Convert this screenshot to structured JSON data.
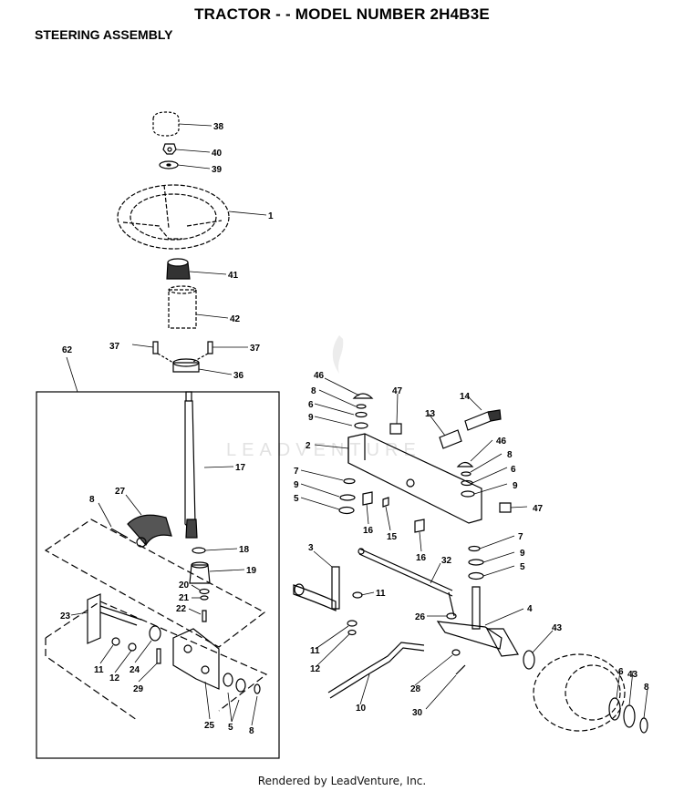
{
  "header": {
    "title": "TRACTOR - - MODEL NUMBER 2H4B3E",
    "subtitle": "STEERING ASSEMBLY"
  },
  "watermark": "LEADVENTURE",
  "footer": "Rendered by LeadVenture, Inc.",
  "callouts": {
    "p38": "38",
    "p40": "40",
    "p39": "39",
    "p1": "1",
    "p41": "41",
    "p42": "42",
    "p37a": "37",
    "p37b": "37",
    "p36": "36",
    "p62": "62",
    "p17": "17",
    "p27": "27",
    "p8a": "8",
    "p18": "18",
    "p19": "19",
    "p20": "20",
    "p21": "21",
    "p22": "22",
    "p23": "23",
    "p24": "24",
    "p11a": "11",
    "p12a": "12",
    "p29": "29",
    "p25": "25",
    "p5a": "5",
    "p8b": "8",
    "p46a": "46",
    "p8c": "8",
    "p6a": "6",
    "p9a": "9",
    "p47a": "47",
    "p14": "14",
    "p13": "13",
    "p2": "2",
    "p7a": "7",
    "p9b": "9",
    "p5b": "5",
    "p16a": "16",
    "p15": "15",
    "p16b": "16",
    "p46b": "46",
    "p8d": "8",
    "p6b": "6",
    "p9c": "9",
    "p47b": "47",
    "p7b": "7",
    "p9d": "9",
    "p5c": "5",
    "p4": "4",
    "p3": "3",
    "p32": "32",
    "p11b": "11",
    "p11c": "11",
    "p12b": "12",
    "p26": "26",
    "p28": "28",
    "p30": "30",
    "p10": "10",
    "p43a": "43",
    "p6c": "6",
    "p43b": "43",
    "p8e": "8"
  }
}
